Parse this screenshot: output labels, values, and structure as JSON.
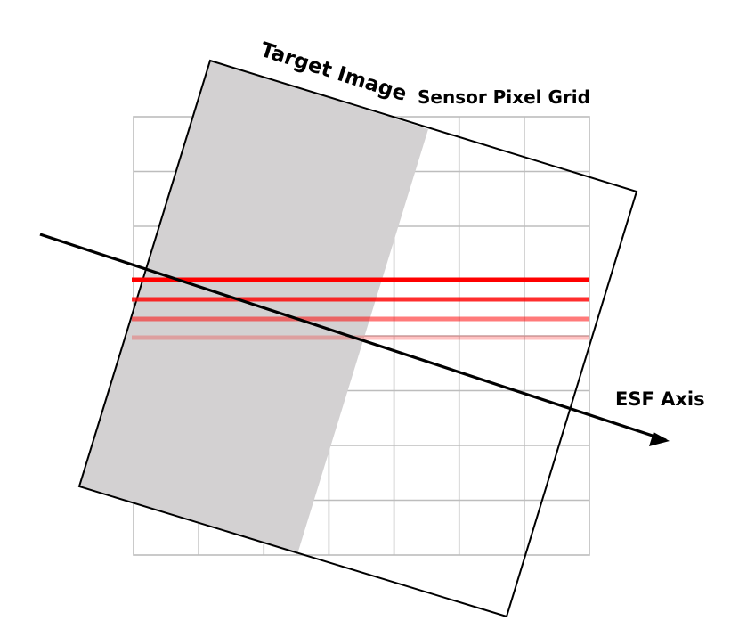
{
  "labels": {
    "target_image": "Target Image",
    "sensor_grid": "Sensor Pixel Grid",
    "esf_axis": "ESF Axis"
  },
  "grid": {
    "columns": 7,
    "rows": 8
  },
  "sample_rows": {
    "count": 4
  },
  "colors": {
    "grid_line": "#bdbdbd",
    "target_fill": "#d3d1d2",
    "outline": "#000000",
    "sample_line": "#ff0000",
    "axis": "#000000"
  }
}
